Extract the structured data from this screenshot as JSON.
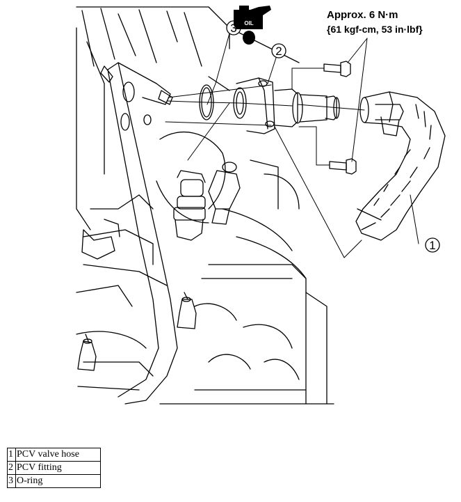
{
  "torque_spec": {
    "line1": "Approx. 6 N·m",
    "line2": "{61 kgf-cm, 53 in·lbf}"
  },
  "oil_icon": {
    "label": "OIL"
  },
  "callouts": [
    {
      "number": "1"
    },
    {
      "number": "2"
    },
    {
      "number": "3"
    }
  ],
  "legend": [
    {
      "number": "1",
      "name": "PCV valve hose"
    },
    {
      "number": "2",
      "name": "PCV fitting"
    },
    {
      "number": "3",
      "name": "O-ring"
    }
  ]
}
